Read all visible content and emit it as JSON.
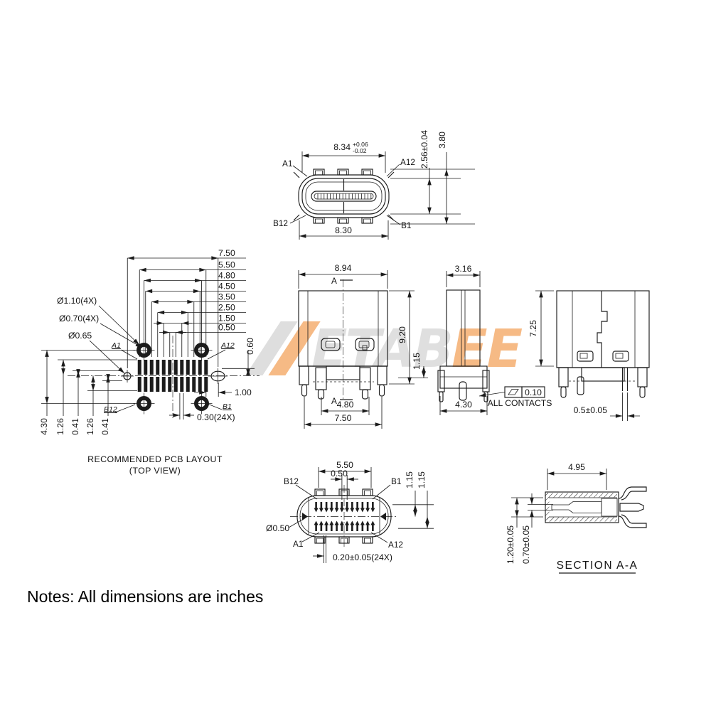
{
  "notes": "Notes: All dimensions are inches",
  "watermark": {
    "letters_gray": "ETAB",
    "letters_orange": "EE"
  },
  "mating_view": {
    "pin_a1": "A1",
    "pin_a12": "A12",
    "pin_b12": "B12",
    "pin_b1": "B1",
    "width_top": "8.34",
    "width_top_tol_plus": "+0.06",
    "width_top_tol_minus": "-0.02",
    "width_bottom": "8.30",
    "height_inner": "2.56±0.04",
    "height_overall": "3.80"
  },
  "pcb_view": {
    "title": "RECOMMENDED PCB LAYOUT",
    "subtitle": "(TOP VIEW)",
    "top_dims": [
      "7.50",
      "5.50",
      "4.80",
      "4.50",
      "3.50",
      "2.50",
      "1.50",
      "0.50"
    ],
    "left_dims": [
      "4.30",
      "1.26",
      "0.41",
      "1.26",
      "0.41"
    ],
    "hole_mount": "Ø1.10(4X)",
    "hole_inner": "Ø0.70(4X)",
    "hole_via": "Ø0.65",
    "pin_a1": "A1",
    "pin_a12": "A12",
    "pin_b12": "B12",
    "pin_b1": "B1",
    "dim_offset": "0.60",
    "dim_end": "1.00",
    "dim_pad": "0.30(24X)"
  },
  "front_view": {
    "width": "8.94",
    "height": "9.20",
    "lead_height": "1.15",
    "pin_span_inner": "4.80",
    "pin_span_outer": "7.50",
    "section_label": "A"
  },
  "side_view": {
    "width": "3.16",
    "base_width": "4.30",
    "flatness": "0.10",
    "flatness_note": "ALL  CONTACTS"
  },
  "rear_view": {
    "height": "7.25",
    "pin_width": "0.5±0.05"
  },
  "bottom_view": {
    "pad_span": "5.50",
    "pad_pitch": "0.50",
    "row_offset_1": "1.15",
    "row_offset_2": "1.15",
    "pin_a1": "A1",
    "pin_a12": "A12",
    "pin_b12": "B12",
    "pin_b1": "B1",
    "hole": "Ø0.50",
    "pad_width": "0.20±0.05(24X)"
  },
  "section_view": {
    "title": "SECTION  A-A",
    "depth": "4.95",
    "dim_outer": "1.20±0.05",
    "dim_inner": "0.70±0.05"
  }
}
